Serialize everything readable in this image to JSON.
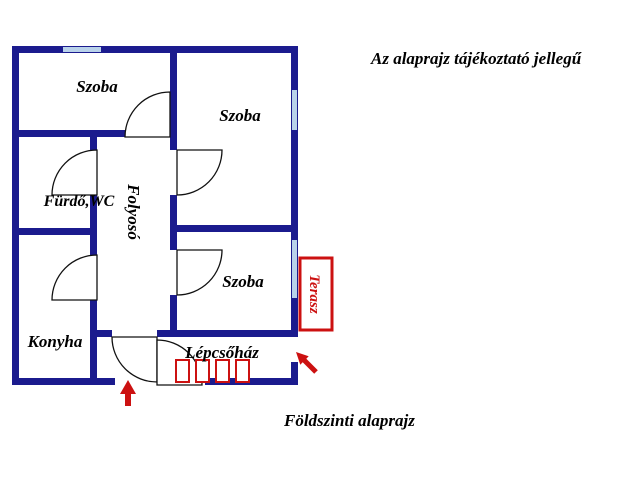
{
  "colors": {
    "wall": "#1b1b8e",
    "window": "#b9d2ea",
    "accent": "#cc1111",
    "text": "#000000",
    "bg": "#ffffff"
  },
  "annotations": {
    "disclaimer": "Az alaprajz tájékoztató jellegű",
    "caption": "Földszinti alaprajz"
  },
  "rooms": [
    {
      "id": "szoba-1",
      "label": "Szoba"
    },
    {
      "id": "szoba-2",
      "label": "Szoba"
    },
    {
      "id": "furdo-wc",
      "label": "Fürdő,WC"
    },
    {
      "id": "folyoso",
      "label": "Folyosó"
    },
    {
      "id": "szoba-3",
      "label": "Szoba"
    },
    {
      "id": "konyha",
      "label": "Konyha"
    },
    {
      "id": "lepcsohaz",
      "label": "Lépcsőház"
    },
    {
      "id": "terasz",
      "label": "Terasz"
    }
  ]
}
